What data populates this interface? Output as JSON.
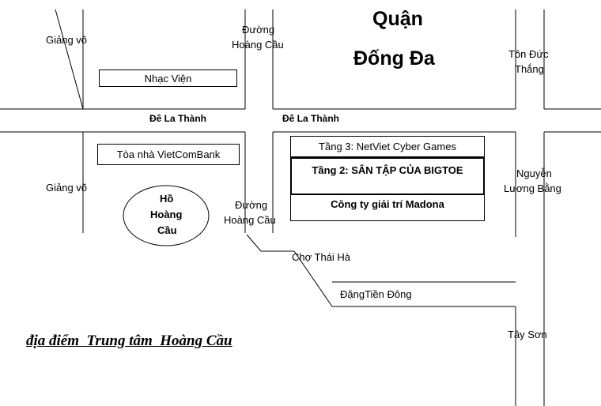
{
  "district": {
    "line1": "Quận",
    "line2": "Đống Đa"
  },
  "streets": {
    "giang_vo_top": "Giảng võ",
    "giang_vo_bottom": "Giảng võ",
    "hoang_cau_top_1": "Đường",
    "hoang_cau_top_2": "Hoàng Cầu",
    "hoang_cau_mid_1": "Đường",
    "hoang_cau_mid_2": "Hoàng Cầu",
    "de_la_thanh_left": "Đê La Thành",
    "de_la_thanh_right": "Đê La Thành",
    "ton_duc_thang_1": "Tôn Đức",
    "ton_duc_thang_2": "Thắng",
    "nguyen_luong_bang_1": "Nguyễn",
    "nguyen_luong_bang_2": "Lương Bằng",
    "cho_thai_ha": "Chợ Thái Hà",
    "dang_tien_dong": "ĐặngTiền Đông",
    "tay_son": "Tây Sơn"
  },
  "places": {
    "nhac_vien": "Nhạc Viện",
    "vietcombank": "Tòa nhà VietComBank",
    "lake_1": "Hồ",
    "lake_2": "Hoàng",
    "lake_3": "Cầu",
    "floor3": "Tầng 3: NetViet Cyber Games",
    "floor2": "Tầng 2: SÂN TẬP CỦA BIGTOE",
    "company": "Công ty giải trí Madona"
  },
  "caption": "địa điểm  Trung tâm  Hoàng Cầu",
  "marker": {
    "icon": "star-icon",
    "color": "#2f62b7"
  }
}
